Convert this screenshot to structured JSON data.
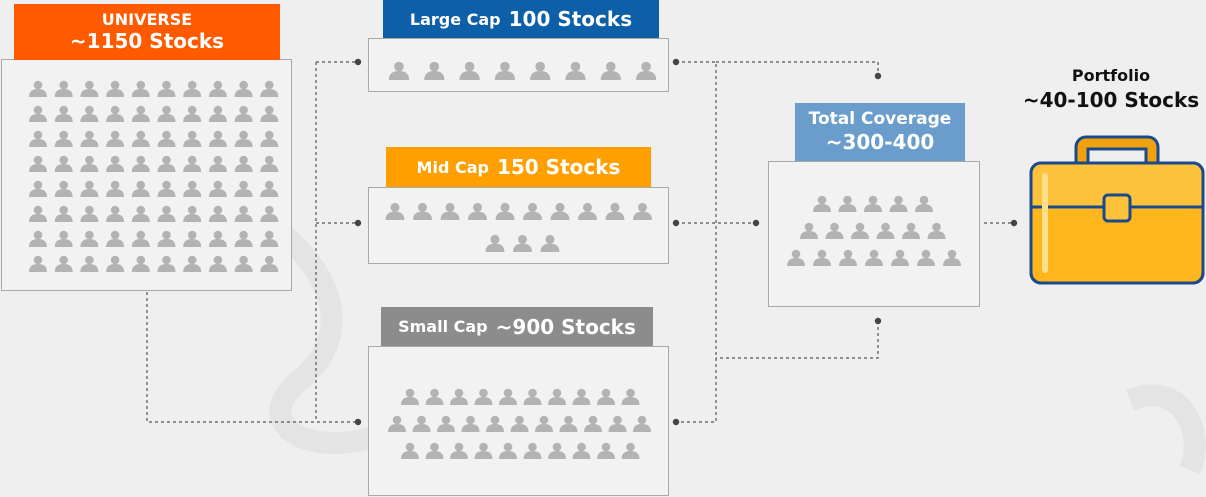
{
  "universe": {
    "title": "UNIVERSE",
    "count": "~1150 Stocks",
    "color": "#ff5a00"
  },
  "large_cap": {
    "name": "Large Cap",
    "count": "100 Stocks",
    "color": "#0d5fa8"
  },
  "mid_cap": {
    "name": "Mid Cap",
    "count": "150 Stocks",
    "color": "#ff9f00"
  },
  "small_cap": {
    "name": "Small Cap",
    "count": "~900 Stocks",
    "color": "#8c8c8c"
  },
  "total_coverage": {
    "title": "Total Coverage",
    "count": "~300-400",
    "color": "#6a9dcc"
  },
  "portfolio": {
    "title": "Portfolio",
    "count": "~40-100 Stocks",
    "icon": "briefcase-icon",
    "color": "#ffb51c"
  },
  "person_icon": {
    "name": "person-icon",
    "color": "#b3b3b3"
  }
}
